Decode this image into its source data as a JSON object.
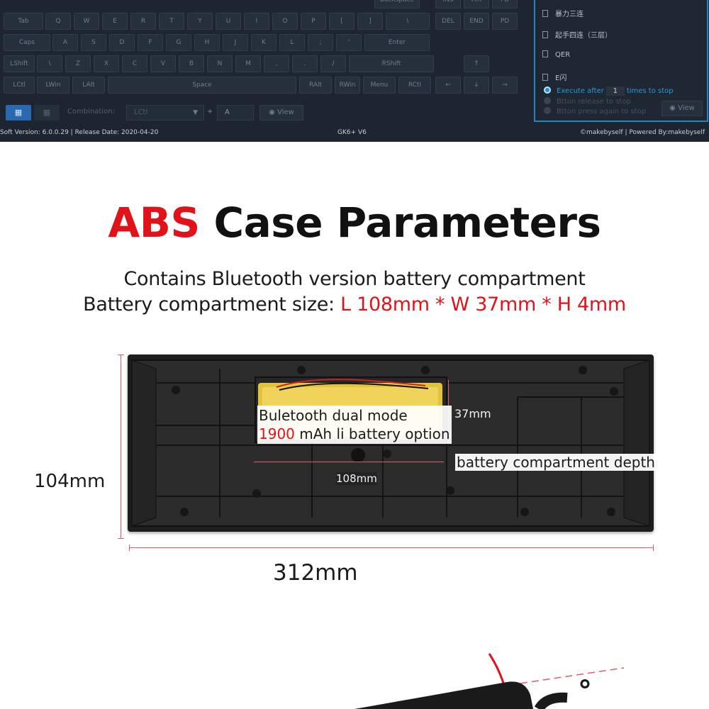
{
  "software": {
    "keys": {
      "row1": [
        "Backspace",
        "INS",
        "HM",
        "PD"
      ],
      "row2": [
        "Tab",
        "Q",
        "W",
        "E",
        "R",
        "T",
        "Y",
        "U",
        "I",
        "O",
        "P",
        "[",
        "]",
        "\\",
        "DEL",
        "END",
        "PD"
      ],
      "row3": [
        "Caps",
        "A",
        "S",
        "D",
        "F",
        "G",
        "H",
        "J",
        "K",
        "L",
        ";",
        "'",
        "Enter"
      ],
      "row4": [
        "LShift",
        "\\",
        "Z",
        "X",
        "C",
        "V",
        "B",
        "N",
        "M",
        ",",
        ".",
        "/",
        "RShift",
        "↑"
      ],
      "row5": [
        "LCtl",
        "LWin",
        "LAlt",
        "Space",
        "RAlt",
        "RWin",
        "Menu",
        "RCtl",
        "←",
        "↓",
        "→"
      ]
    },
    "combination_label": "Combination:",
    "combination_value": "LCtl",
    "combination_plus": "+",
    "combination_key": "A",
    "view_label": "View",
    "macros": [
      "暴力三连",
      "起手四连（三层）",
      "QER",
      "E闪"
    ],
    "execute_prefix": "Execute after",
    "execute_times": "1",
    "execute_suffix": "times to stop",
    "option_release": "Btton release to stop",
    "option_press": "Btton press again to stop",
    "panel_view_label": "View",
    "status_version": "Soft Version: 6.0.0.29 |  Release Date: 2020-04-20",
    "status_model": "GK6+ V6",
    "status_credit": "©makebyself |  Powered By:makebyself",
    "accent_color": "#1d86c8"
  },
  "heading": {
    "red_word": "ABS",
    "rest": "Case Parameters"
  },
  "subtitle": {
    "line1": "Contains Bluetooth version battery compartment",
    "line2_prefix": "Battery compartment size: ",
    "line2_value": "L 108mm * W 37mm * H 4mm"
  },
  "diagram": {
    "battery_line1": "Buletooth dual mode",
    "battery_capacity": "1900",
    "battery_line2_rest": " mAh li battery option",
    "label_37": "37mm",
    "label_108": "108mm",
    "label_depth": "battery compartment depth",
    "label_height": "104mm",
    "label_width": "312mm",
    "highlight_color": "#e0121a"
  },
  "teaser": {
    "degree_mark": "°"
  }
}
